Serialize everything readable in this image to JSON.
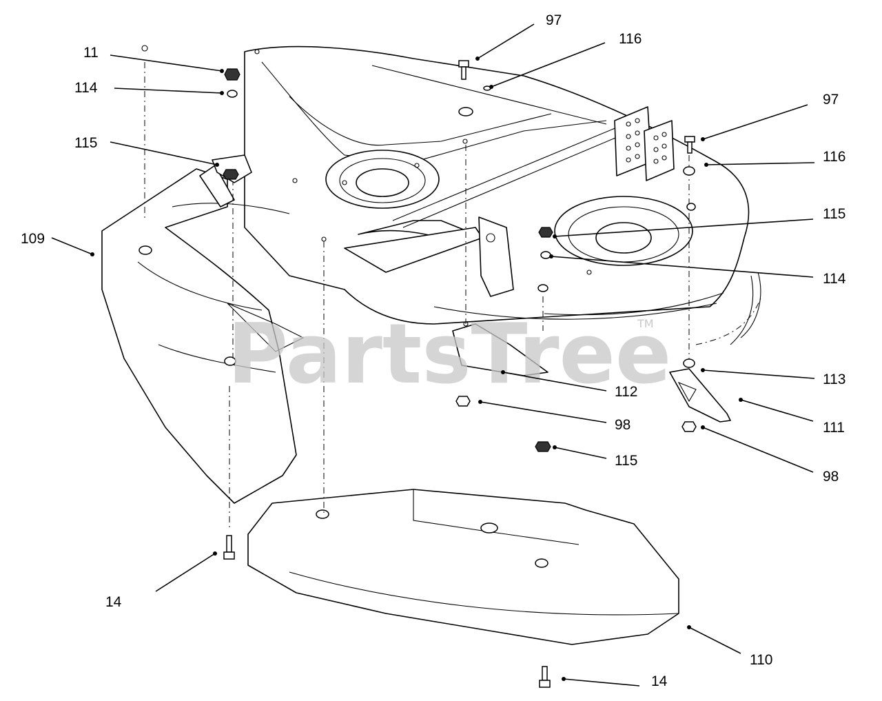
{
  "watermark": {
    "brand": "PartsTree",
    "trademark": "TM"
  },
  "callouts": [
    {
      "id": "c-97-top",
      "text": "97"
    },
    {
      "id": "c-116-top",
      "text": "116"
    },
    {
      "id": "c-11",
      "text": "11"
    },
    {
      "id": "c-114-left",
      "text": "114"
    },
    {
      "id": "c-115-left",
      "text": "115"
    },
    {
      "id": "c-97-right",
      "text": "97"
    },
    {
      "id": "c-116-right",
      "text": "116"
    },
    {
      "id": "c-115-right",
      "text": "115"
    },
    {
      "id": "c-114-right",
      "text": "114"
    },
    {
      "id": "c-109",
      "text": "109"
    },
    {
      "id": "c-113",
      "text": "113"
    },
    {
      "id": "c-112",
      "text": "112"
    },
    {
      "id": "c-111",
      "text": "111"
    },
    {
      "id": "c-98-mid",
      "text": "98"
    },
    {
      "id": "c-115-bottom",
      "text": "115"
    },
    {
      "id": "c-98-right",
      "text": "98"
    },
    {
      "id": "c-14-left",
      "text": "14"
    },
    {
      "id": "c-110",
      "text": "110"
    },
    {
      "id": "c-14-bottom",
      "text": "14"
    }
  ]
}
